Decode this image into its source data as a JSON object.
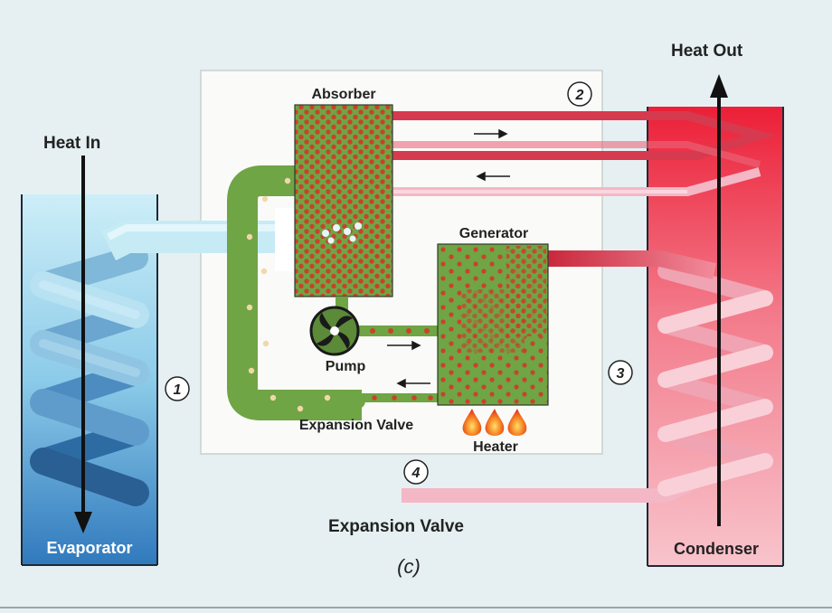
{
  "labels": {
    "heat_in": "Heat In",
    "heat_out": "Heat Out",
    "absorber": "Absorber",
    "generator": "Generator",
    "pump": "Pump",
    "inner_expansion_valve": "Expansion Valve",
    "heater": "Heater",
    "outer_expansion_valve": "Expansion Valve",
    "evaporator": "Evaporator",
    "condenser": "Condenser",
    "caption": "(c)"
  },
  "step_markers": [
    "1",
    "2",
    "3",
    "4"
  ],
  "colors": {
    "evaporator_top": "#bfe6f4",
    "evaporator_bottom": "#3c86c4",
    "condenser_top": "#ee2a3c",
    "condenser_bottom": "#f7b9c2",
    "solution_green": "#6fa544",
    "particle_red": "#c8422e",
    "hot_pipe": "#d63a4e",
    "warm_pipe": "#f4b7c5",
    "cold_pipe_light": "#c6ebf5",
    "cold_pipe_dark": "#1f5585"
  },
  "icons": [
    "arrow-up-icon",
    "arrow-down-icon",
    "flame-icon",
    "pump-fan-icon"
  ]
}
